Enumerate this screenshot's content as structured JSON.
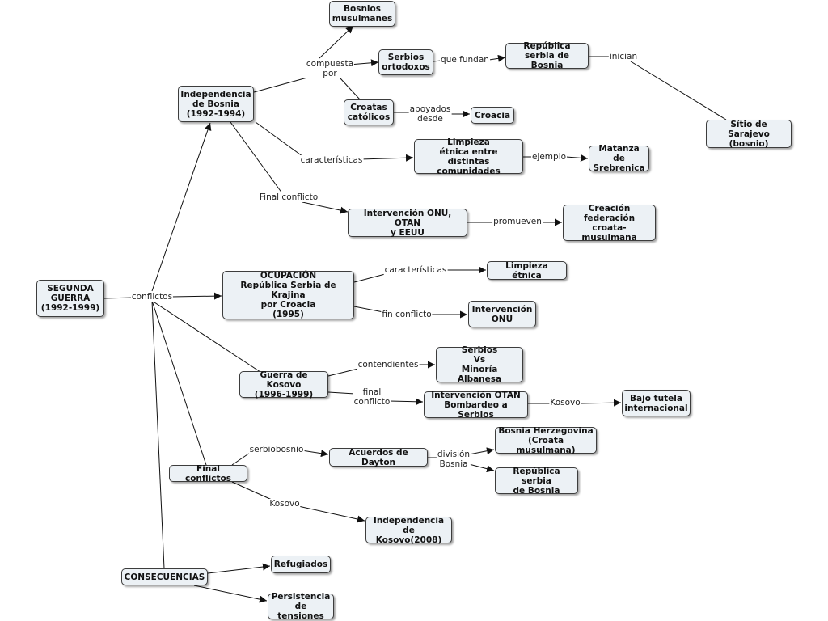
{
  "nodes": {
    "segunda_guerra": "SEGUNDA\nGUERRA\n(1992-1999)",
    "independencia_bosnia": "Independencia\nde Bosnia\n(1992-1994)",
    "bosnios_musulmanes": "Bosnios\nmusulmanes",
    "serbios_ortodoxos": "Serbios\nortodoxos",
    "croatas_catolicos": "Croatas\ncatólicos",
    "republica_serbia_bosnia_top": "República\nserbia de Bosnia",
    "croacia": "Croacia",
    "sitio_sarajevo": "Sítio de Sarajevo\n(bosnio)",
    "limpieza_etnica_comunidades": "Limpieza\nétnica entre\ndistintas comunidades",
    "matanza_srebrenica": "Matanza de\nSrebrenica",
    "intervencion_onu_otan_eeuu": "Intervención ONU, OTAN\ny EEUU",
    "creacion_federacion": "Creación\nfederación\ncroata-musulmana",
    "ocupacion_krajina": "OCUPACIÓN\nRepública Serbia de Krajina\npor Croacia\n(1995)",
    "limpieza_etnica": "Limpieza étnica",
    "intervencion_onu": "Intervención\nONU",
    "guerra_kosovo": "Guerra de Kosovo\n(1996-1999)",
    "serbios_vs_albanesa": "Serbios\nVs\nMinoría Albanesa",
    "intervencion_otan": "Intervención OTAN\nBombardeo a Serbios",
    "bajo_tutela": "Bajo tutela\ninternacional",
    "final_conflictos": "Final conflictos",
    "acuerdos_dayton": "Acuerdos de Dayton",
    "bosnia_herzegovina": "Bosnia Herzegovina\n(Croata musulmana)",
    "republica_serbia_bosnia_bottom": "República serbia\nde Bosnia",
    "independencia_kosovo": "Independencia\nde Kosovo(2008)",
    "consecuencias": "CONSECUENCIAS",
    "refugiados": "Refugiados",
    "persistencia_tensiones": "Persistencia\nde tensiones"
  },
  "links": {
    "conflictos": "conflictos",
    "compuesta_por": "compuesta\npor",
    "que_fundan": "que fundan",
    "inician": "inician",
    "apoyados_desde": "apoyados\ndesde",
    "caracteristicas_1": "características",
    "ejemplo": "ejemplo",
    "final_conflicto_1": "Final conflicto",
    "promueven": "promueven",
    "caracteristicas_2": "características",
    "fin_conflicto": "fin conflicto",
    "contendientes": "contendientes",
    "final_conflicto_2": "final\nconflicto",
    "kosovo_1": "Kosovo",
    "serbiobosnio": "serbiobosnio",
    "division_bosnia": "división\nBosnia",
    "kosovo_2": "Kosovo"
  },
  "colors": {
    "node_fill": "#ecf1f5",
    "node_border": "#3d3d3d",
    "line": "#111111"
  }
}
